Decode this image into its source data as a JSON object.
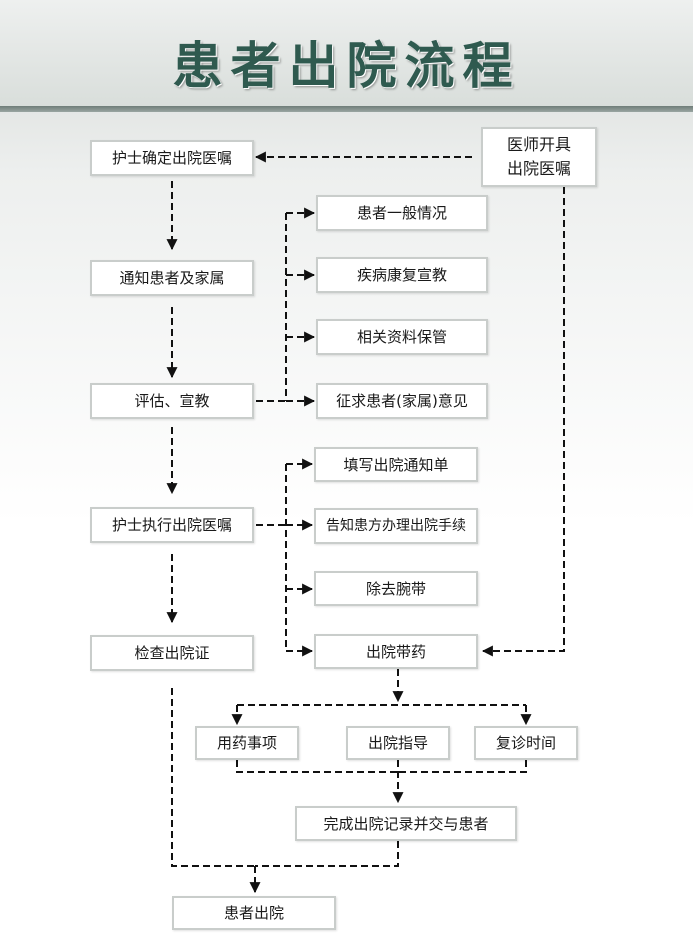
{
  "title": "患者出院流程",
  "nodes": {
    "doctor_order": "医师开具\n出院医嘱",
    "nurse_confirm": "护士确定出院医嘱",
    "notify_family": "通知患者及家属",
    "assess_educate": "评估、宣教",
    "nurse_execute": "护士执行出院医嘱",
    "check_certificate": "检查出院证",
    "general_condition": "患者一般情况",
    "rehab_education": "疾病康复宣教",
    "records_custody": "相关资料保管",
    "solicit_opinion": "征求患者(家属)意见",
    "fill_notice": "填写出院通知单",
    "inform_procedures": "告知患方办理出院手续",
    "remove_wristband": "除去腕带",
    "discharge_meds": "出院带药",
    "med_matters": "用药事项",
    "discharge_guidance": "出院指导",
    "follow_up_time": "复诊时间",
    "complete_record": "完成出院记录并交与患者",
    "patient_discharged": "患者出院"
  }
}
